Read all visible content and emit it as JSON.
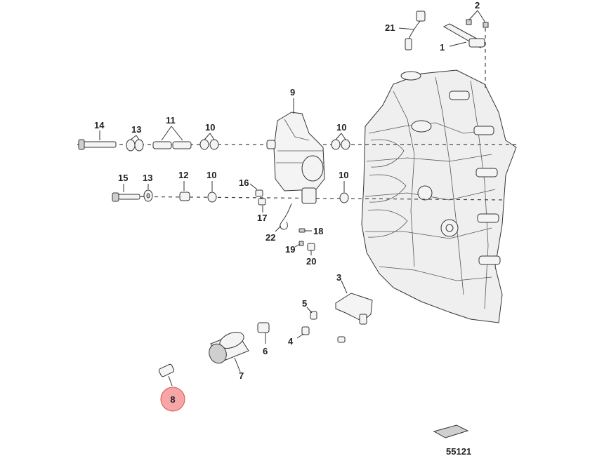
{
  "highlight_color": "#f7a6a8",
  "highlight_stroke": "#d9534f",
  "callouts": {
    "c1": "1",
    "c2": "2",
    "c3": "3",
    "c4": "4",
    "c5": "5",
    "c6": "6",
    "c7": "7",
    "c8": "8",
    "c9": "9",
    "c10": "10",
    "c11": "11",
    "c12": "12",
    "c13": "13",
    "c14": "14",
    "c15": "15",
    "c16": "16",
    "c17": "17",
    "c18": "18",
    "c19": "19",
    "c20": "20",
    "c21": "21",
    "c22": "22"
  },
  "highlighted_part": "8",
  "figure_number": "55121"
}
